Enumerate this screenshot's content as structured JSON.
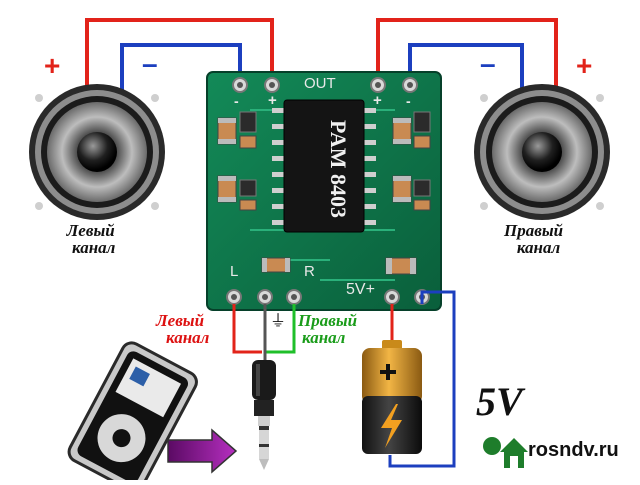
{
  "board": {
    "chip": "PAM 8403",
    "out": "OUT",
    "left_pad": "L",
    "right_pad": "R",
    "power_pad": "5V+",
    "minus_mark": "-",
    "plus_mark": "+"
  },
  "labels": {
    "left_channel_top": [
      "Левый",
      "канал"
    ],
    "right_channel_top": [
      "Правый",
      "канал"
    ],
    "left_channel_bottom": [
      "Левый",
      "канал"
    ],
    "right_channel_bottom": [
      "Правый",
      "канал"
    ],
    "voltage": "5V",
    "plus_left": "+",
    "minus_left": "–",
    "plus_right": "+",
    "minus_right": "–",
    "ground_symbol": "⏚"
  },
  "watermark": {
    "site": "rosndv.ru"
  },
  "colors": {
    "wire_red": "#e2231a",
    "wire_blue": "#1c3fbf",
    "wire_green": "#1fbf2a",
    "board_green": "#0f7a4d",
    "label_red": "#d11",
    "label_green": "#1a9c1a"
  }
}
